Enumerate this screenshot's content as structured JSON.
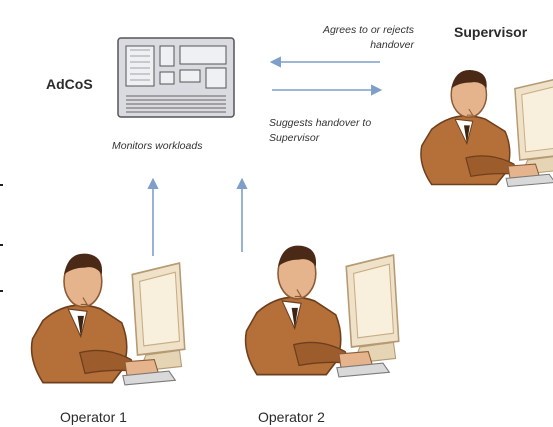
{
  "nodes": {
    "adcos": {
      "label": "AdCoS",
      "caption": "Monitors workloads"
    },
    "supervisor": {
      "label": "Supervisor"
    },
    "operator_1": {
      "label": "Operator 1"
    },
    "operator_2": {
      "label": "Operator 2"
    }
  },
  "edges": {
    "supervisor_to_adcos": {
      "line_1": "Agrees to or rejects",
      "line_2": "handover"
    },
    "adcos_to_supervisor": {
      "line_1": "Suggests handover to",
      "line_2": "Supervisor"
    }
  },
  "colors": {
    "arrow": "#7f9fc8",
    "skin": "#e6b48c",
    "suit": "#b5703a",
    "hair": "#4a2a16",
    "monitor": "#efe2c8",
    "machine": "#d9dbe0"
  }
}
